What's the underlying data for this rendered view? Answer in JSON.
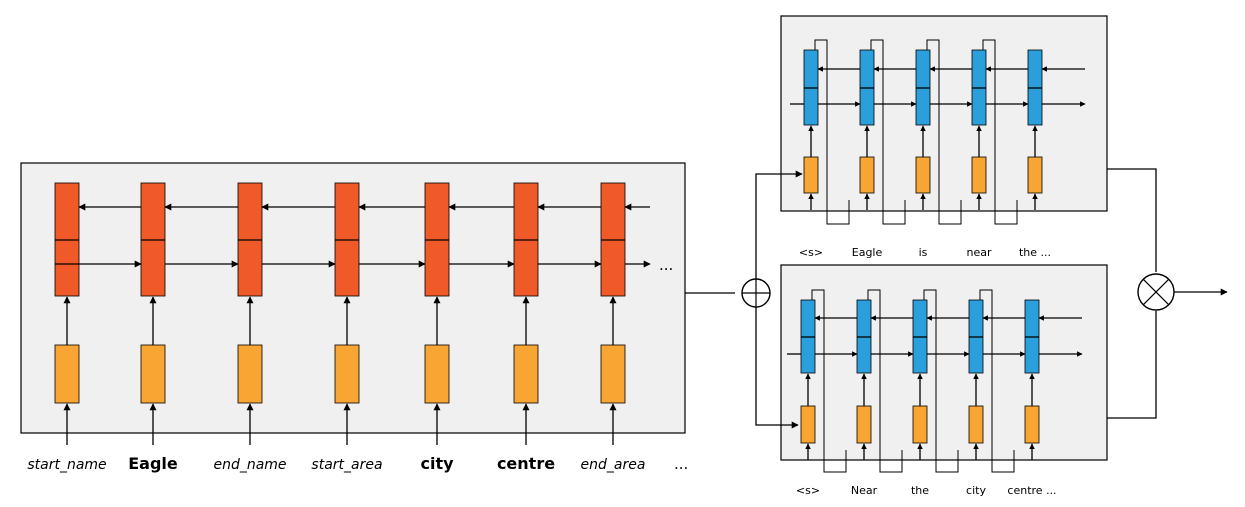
{
  "encoder": {
    "inputs": [
      {
        "text": "start_name",
        "style": "italic"
      },
      {
        "text": "Eagle",
        "style": "bold"
      },
      {
        "text": "end_name",
        "style": "italic"
      },
      {
        "text": "start_area",
        "style": "italic"
      },
      {
        "text": "city",
        "style": "bold"
      },
      {
        "text": "centre",
        "style": "bold"
      },
      {
        "text": "end_area",
        "style": "italic"
      }
    ],
    "input_ellipsis": "...",
    "output_ellipsis": "...",
    "cell_color": "#f05a28",
    "embed_color": "#f9a533"
  },
  "decoder_top": {
    "inputs": [
      "<s>",
      "Eagle",
      "is",
      "near",
      "the ..."
    ]
  },
  "decoder_bottom": {
    "inputs": [
      "<s>",
      "Near",
      "the",
      "city",
      "centre ..."
    ]
  },
  "decoder_cell_color": "#2a9fdc",
  "decoder_embed_color": "#f9a533",
  "box_fill": "#f0f0f0",
  "concat_symbol": "plus-circle",
  "combine_symbol": "times-circle"
}
